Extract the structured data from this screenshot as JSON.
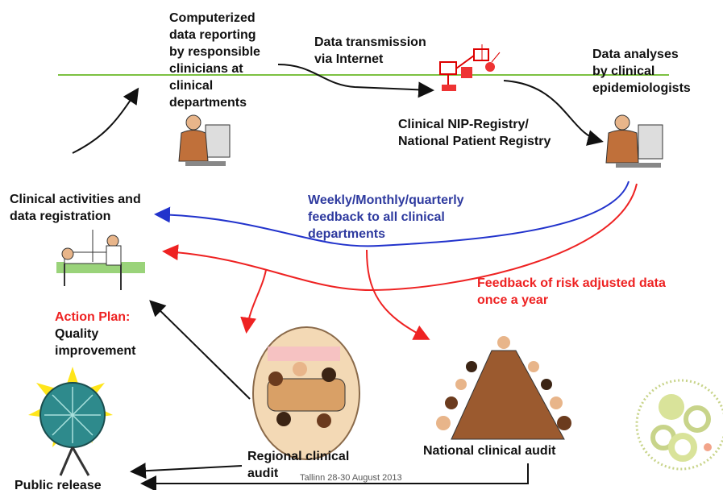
{
  "labels": {
    "computerized": "Computerized\ndata reporting\nby responsible\nclinicians at\nclinical\ndepartments",
    "transmission": "Data transmission\nvia Internet",
    "analyses": "Data analyses\nby clinical\nepidemiologists",
    "registry": "Clinical NIP-Registry/\nNational Patient Registry",
    "clinical_activities": "Clinical activities and\ndata registration",
    "feedback_weekly": "Weekly/Monthly/quarterly\nfeedback to all clinical\ndepartments",
    "feedback_risk": "Feedback of risk adjusted data\nonce a year",
    "action_plan_title": "Action Plan:",
    "action_plan_body": "Quality\nimprovement",
    "regional_audit": "Regional clinical\naudit",
    "national_audit": "National clinical audit",
    "public_release": "Public release",
    "footer": "Tallinn 28-30 August 2013"
  },
  "colors": {
    "timeline_green": "#7cc142",
    "feedback_blue": "#2233cc",
    "feedback_red": "#ee2222",
    "arrow_black": "#111111"
  },
  "icons": [
    "clinician-computer-icon",
    "registry-network-icon",
    "epidemiologist-computer-icon",
    "hospital-bed-icon",
    "regional-meeting-icon",
    "national-meeting-icon",
    "satellite-dish-icon",
    "logo-circles-icon"
  ]
}
